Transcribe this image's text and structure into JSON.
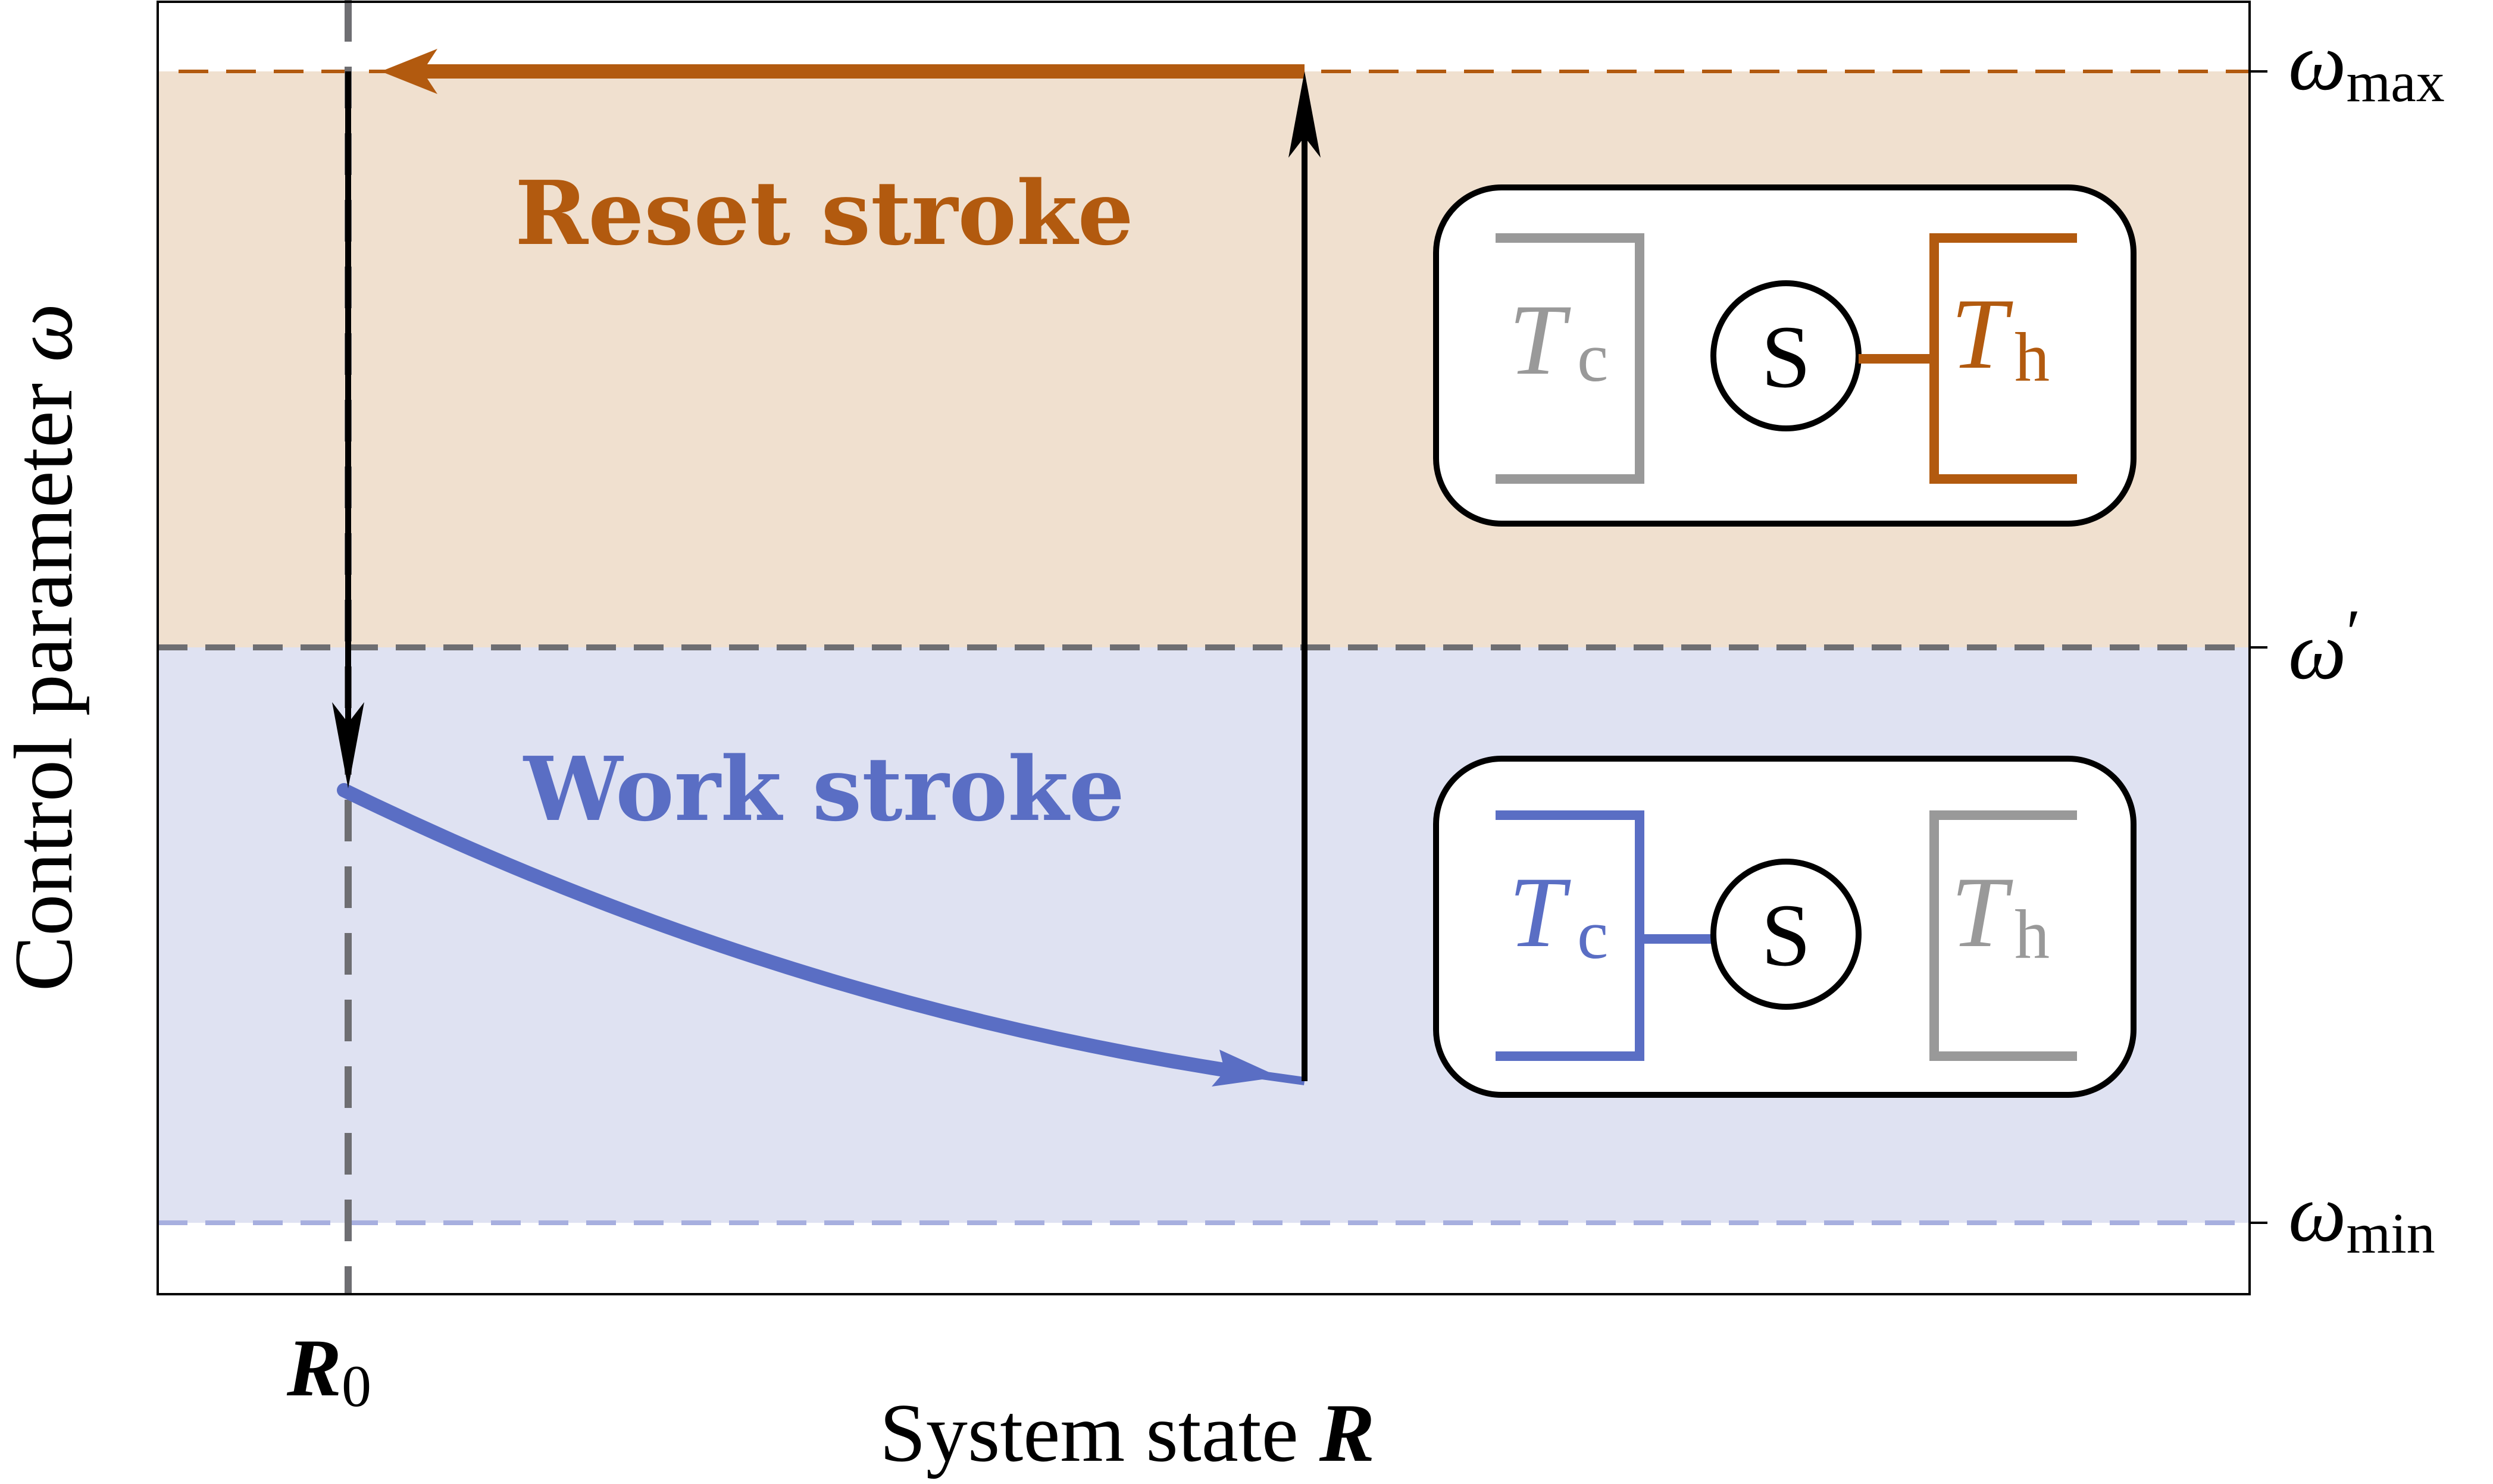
{
  "colors": {
    "reset": "#B25A0F",
    "reset_bg": "#F0E0CF",
    "work": "#5A6EC4",
    "work_bg": "#DFE2F2",
    "omega_min_line": "#A7AFDF",
    "gray_line": "#6E6E72",
    "inactive": "#999999",
    "black": "#000000"
  },
  "axes": {
    "ylabel_text": "Control parameter",
    "ylabel_symbol": "ω",
    "xlabel_text": "System state",
    "xlabel_symbol": "R",
    "x_tick_symbol": "R",
    "x_tick_sub": "0",
    "omega_symbol": "ω",
    "omega_max_sub": "max",
    "omega_min_sub": "min",
    "omega_prime_mark": "′"
  },
  "regions": {
    "reset_label": "Reset stroke",
    "work_label": "Work stroke"
  },
  "boxes": {
    "reset": {
      "cold": "T",
      "cold_sub": "c",
      "system": "S",
      "hot": "T",
      "hot_sub": "h",
      "coupled_to": "hot"
    },
    "work": {
      "cold": "T",
      "cold_sub": "c",
      "system": "S",
      "hot": "T",
      "hot_sub": "h",
      "coupled_to": "cold"
    }
  }
}
